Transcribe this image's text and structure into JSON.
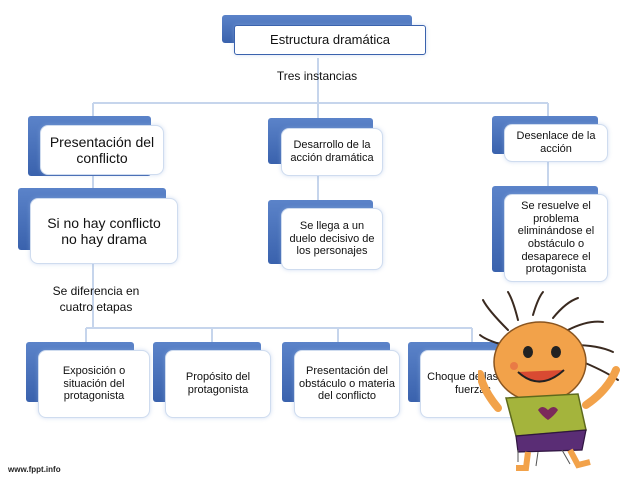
{
  "root": {
    "label": "Estructura dramática"
  },
  "root_caption": "Tres instancias",
  "instances": [
    {
      "title": "Presentación del conflicto",
      "detail": "Si no hay conflicto no hay drama"
    },
    {
      "title": "Desarrollo de la acción dramática",
      "detail": "Se llega a un duelo decisivo de los personajes"
    },
    {
      "title": "Desenlace de la acción",
      "detail": "Se resuelve el problema eliminándose el obstáculo o desaparece el protagonista"
    }
  ],
  "stages_caption": "Se diferencia en cuatro etapas",
  "stages": [
    "Exposición o situación del protagonista",
    "Propósito del protagonista",
    "Presentación del obstáculo o materia del conflicto",
    "Choque de las dos fuerzas"
  ],
  "footer": "www.fppt.info",
  "colors": {
    "box_back": "#3a62ad",
    "box_border": "#cfdcef",
    "connector": "#c6d5ec"
  },
  "illustration": "cartoon-child-drawing"
}
